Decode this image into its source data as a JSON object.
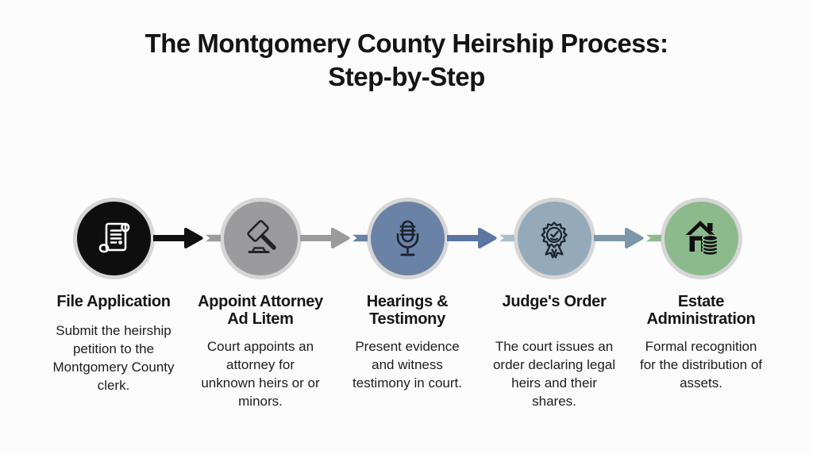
{
  "title": {
    "line1": "The Montgomery County Heirship Process:",
    "line2": "Step-by-Step"
  },
  "steps": [
    {
      "title": "File Application",
      "description": "Submit the heirship petition to the Montgomery County clerk.",
      "icon": "scroll-document-icon",
      "circle_color": "#0e0e0e",
      "icon_color": "#ffffff"
    },
    {
      "title": "Appoint Attorney Ad Litem",
      "description": "Court appoints an attorney for unknown heirs or or minors.",
      "icon": "gavel-icon",
      "circle_color": "#9b9b9d",
      "icon_color": "#232329"
    },
    {
      "title": "Hearings & Testimony",
      "description": "Present evidence and witness testimony in court.",
      "icon": "microphone-icon",
      "circle_color": "#6a82a5",
      "icon_color": "#1b2431"
    },
    {
      "title": "Judge's Order",
      "description": "The court issues an order declaring legal heirs and their shares.",
      "icon": "award-badge-icon",
      "circle_color": "#94aabb",
      "icon_color": "#1c242e"
    },
    {
      "title": "Estate Administration",
      "description": "Formal recognition for the distribution of assets.",
      "icon": "house-assets-icon",
      "circle_color": "#8cba8c",
      "icon_color": "#101010"
    }
  ],
  "connectors": [
    {
      "arrow_color": "#101010",
      "stub_color": "#9b9b9d"
    },
    {
      "arrow_color": "#9b9b9d",
      "stub_color": "#6a82a5"
    },
    {
      "arrow_color": "#5b76a0",
      "stub_color": "#aabfca"
    },
    {
      "arrow_color": "#7e96a9",
      "stub_color": "#8cba8c"
    }
  ],
  "colors": {
    "background": "#fcfcfc",
    "circle_ring": "#d6d6d6",
    "title_text": "#141414",
    "body_text": "#1d1d1d"
  }
}
